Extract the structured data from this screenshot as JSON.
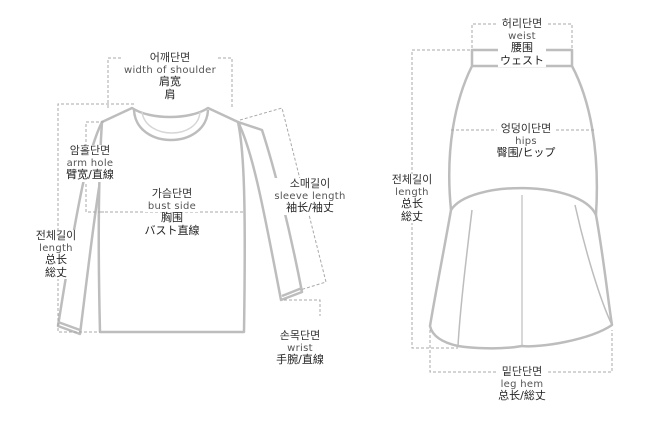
{
  "top": {
    "shoulder": {
      "ko": "어깨단면",
      "en": "width of shoulder",
      "zh": "肩宽",
      "jp": "肩"
    },
    "armhole": {
      "ko": "암홀단면",
      "en": "arm hole",
      "jp": "臂宽/直線"
    },
    "bust": {
      "ko": "가슴단면",
      "en": "bust side",
      "zh": "胸围",
      "jp": "バスト直線"
    },
    "sleeve": {
      "ko": "소매길이",
      "en": "sleeve length",
      "jp": "袖长/袖丈"
    },
    "length": {
      "ko": "전체길이",
      "en": "length",
      "zh": "总长",
      "jp": "総丈"
    },
    "wrist": {
      "ko": "손목단면",
      "en": "wrist",
      "jp": "手腕/直線"
    }
  },
  "skirt": {
    "waist": {
      "ko": "허리단면",
      "en": "weist",
      "zh": "腰围",
      "jp": "ウェスト"
    },
    "hips": {
      "ko": "엉덩이단면",
      "en": "hips",
      "jp": "臀围/ヒップ"
    },
    "length": {
      "ko": "전체길이",
      "en": "length",
      "zh": "总长",
      "jp": "総丈"
    },
    "hem": {
      "ko": "밑단단면",
      "en": "leg hem",
      "jp": "总长/総丈"
    }
  }
}
